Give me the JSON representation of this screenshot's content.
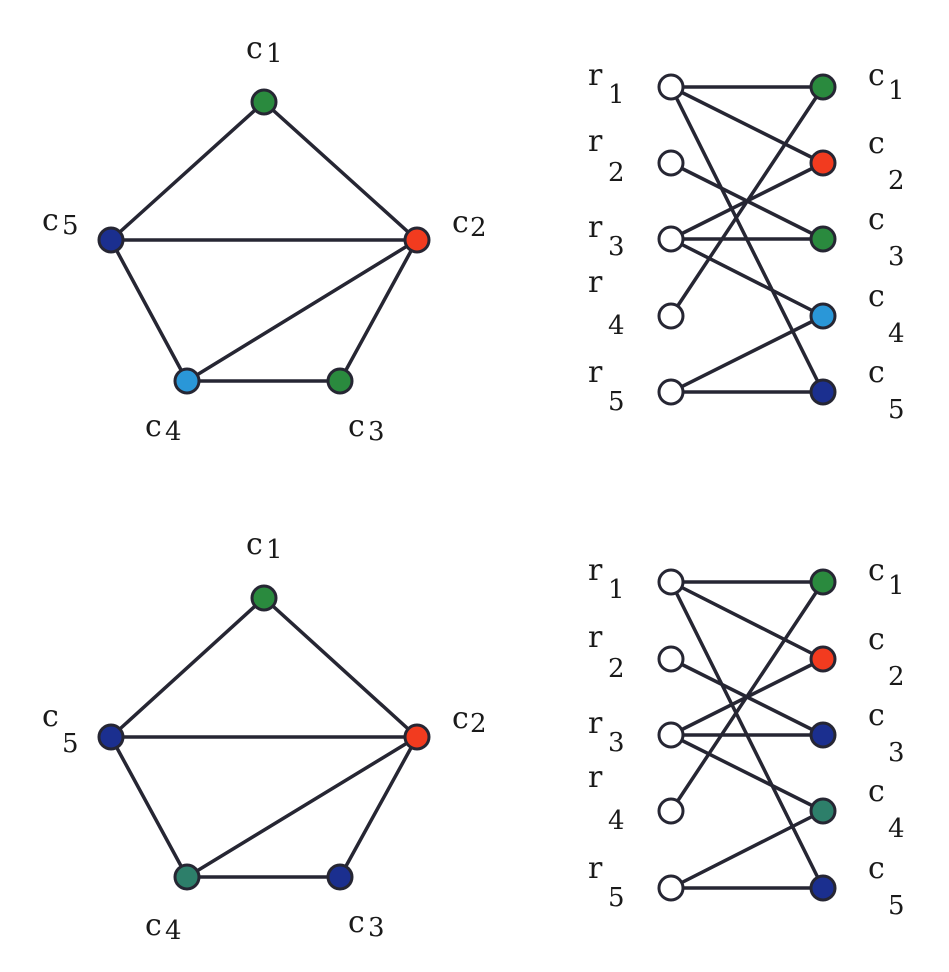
{
  "colors": {
    "green": "#2a8a3e",
    "red": "#f23b1f",
    "navy": "#1b2f8f",
    "lightblue": "#2a97d8",
    "teal": "#2d7f6a",
    "white": "#ffffff",
    "stroke": "#262633"
  },
  "panels": [
    {
      "id": "top-left-graph",
      "type": "graph",
      "nodes": [
        {
          "id": "c1",
          "letter": "c",
          "sub": "1",
          "color": "green"
        },
        {
          "id": "c2",
          "letter": "c",
          "sub": "2",
          "color": "red"
        },
        {
          "id": "c3",
          "letter": "c",
          "sub": "3",
          "color": "green"
        },
        {
          "id": "c4",
          "letter": "c",
          "sub": "4",
          "color": "lightblue"
        },
        {
          "id": "c5",
          "letter": "c",
          "sub": "5",
          "color": "navy"
        }
      ],
      "edges": [
        [
          "c1",
          "c2"
        ],
        [
          "c1",
          "c5"
        ],
        [
          "c5",
          "c2"
        ],
        [
          "c2",
          "c3"
        ],
        [
          "c2",
          "c4"
        ],
        [
          "c5",
          "c4"
        ],
        [
          "c4",
          "c3"
        ]
      ]
    },
    {
      "id": "top-right-bipartite",
      "type": "bipartite",
      "left": [
        {
          "id": "r1",
          "letter": "r",
          "sub": "1"
        },
        {
          "id": "r2",
          "letter": "r",
          "sub": "2"
        },
        {
          "id": "r3",
          "letter": "r",
          "sub": "3"
        },
        {
          "id": "r4",
          "letter": "r",
          "sub": "4"
        },
        {
          "id": "r5",
          "letter": "r",
          "sub": "5"
        }
      ],
      "right": [
        {
          "id": "c1",
          "letter": "c",
          "sub": "1",
          "color": "green"
        },
        {
          "id": "c2",
          "letter": "c",
          "sub": "2",
          "color": "red"
        },
        {
          "id": "c3",
          "letter": "c",
          "sub": "3",
          "color": "green"
        },
        {
          "id": "c4",
          "letter": "c",
          "sub": "4",
          "color": "lightblue"
        },
        {
          "id": "c5",
          "letter": "c",
          "sub": "5",
          "color": "navy"
        }
      ],
      "edges": [
        [
          "r1",
          "c1"
        ],
        [
          "r1",
          "c2"
        ],
        [
          "r1",
          "c5"
        ],
        [
          "r2",
          "c3"
        ],
        [
          "r3",
          "c2"
        ],
        [
          "r3",
          "c3"
        ],
        [
          "r3",
          "c4"
        ],
        [
          "r4",
          "c1"
        ],
        [
          "r5",
          "c4"
        ],
        [
          "r5",
          "c5"
        ]
      ]
    },
    {
      "id": "bottom-left-graph",
      "type": "graph",
      "nodes": [
        {
          "id": "c1",
          "letter": "c",
          "sub": "1",
          "color": "green"
        },
        {
          "id": "c2",
          "letter": "c",
          "sub": "2",
          "color": "red"
        },
        {
          "id": "c3",
          "letter": "c",
          "sub": "3",
          "color": "navy"
        },
        {
          "id": "c4",
          "letter": "c",
          "sub": "4",
          "color": "teal"
        },
        {
          "id": "c5",
          "letter": "c",
          "sub": "5",
          "color": "navy"
        }
      ],
      "edges": [
        [
          "c1",
          "c2"
        ],
        [
          "c1",
          "c5"
        ],
        [
          "c5",
          "c2"
        ],
        [
          "c2",
          "c3"
        ],
        [
          "c2",
          "c4"
        ],
        [
          "c5",
          "c4"
        ],
        [
          "c4",
          "c3"
        ]
      ]
    },
    {
      "id": "bottom-right-bipartite",
      "type": "bipartite",
      "left": [
        {
          "id": "r1",
          "letter": "r",
          "sub": "1"
        },
        {
          "id": "r2",
          "letter": "r",
          "sub": "2"
        },
        {
          "id": "r3",
          "letter": "r",
          "sub": "3"
        },
        {
          "id": "r4",
          "letter": "r",
          "sub": "4"
        },
        {
          "id": "r5",
          "letter": "r",
          "sub": "5"
        }
      ],
      "right": [
        {
          "id": "c1",
          "letter": "c",
          "sub": "1",
          "color": "green"
        },
        {
          "id": "c2",
          "letter": "c",
          "sub": "2",
          "color": "red"
        },
        {
          "id": "c3",
          "letter": "c",
          "sub": "3",
          "color": "navy"
        },
        {
          "id": "c4",
          "letter": "c",
          "sub": "4",
          "color": "teal"
        },
        {
          "id": "c5",
          "letter": "c",
          "sub": "5",
          "color": "navy"
        }
      ],
      "edges": [
        [
          "r1",
          "c1"
        ],
        [
          "r1",
          "c2"
        ],
        [
          "r1",
          "c5"
        ],
        [
          "r2",
          "c3"
        ],
        [
          "r3",
          "c2"
        ],
        [
          "r3",
          "c3"
        ],
        [
          "r3",
          "c4"
        ],
        [
          "r4",
          "c1"
        ],
        [
          "r5",
          "c4"
        ],
        [
          "r5",
          "c5"
        ]
      ]
    }
  ]
}
